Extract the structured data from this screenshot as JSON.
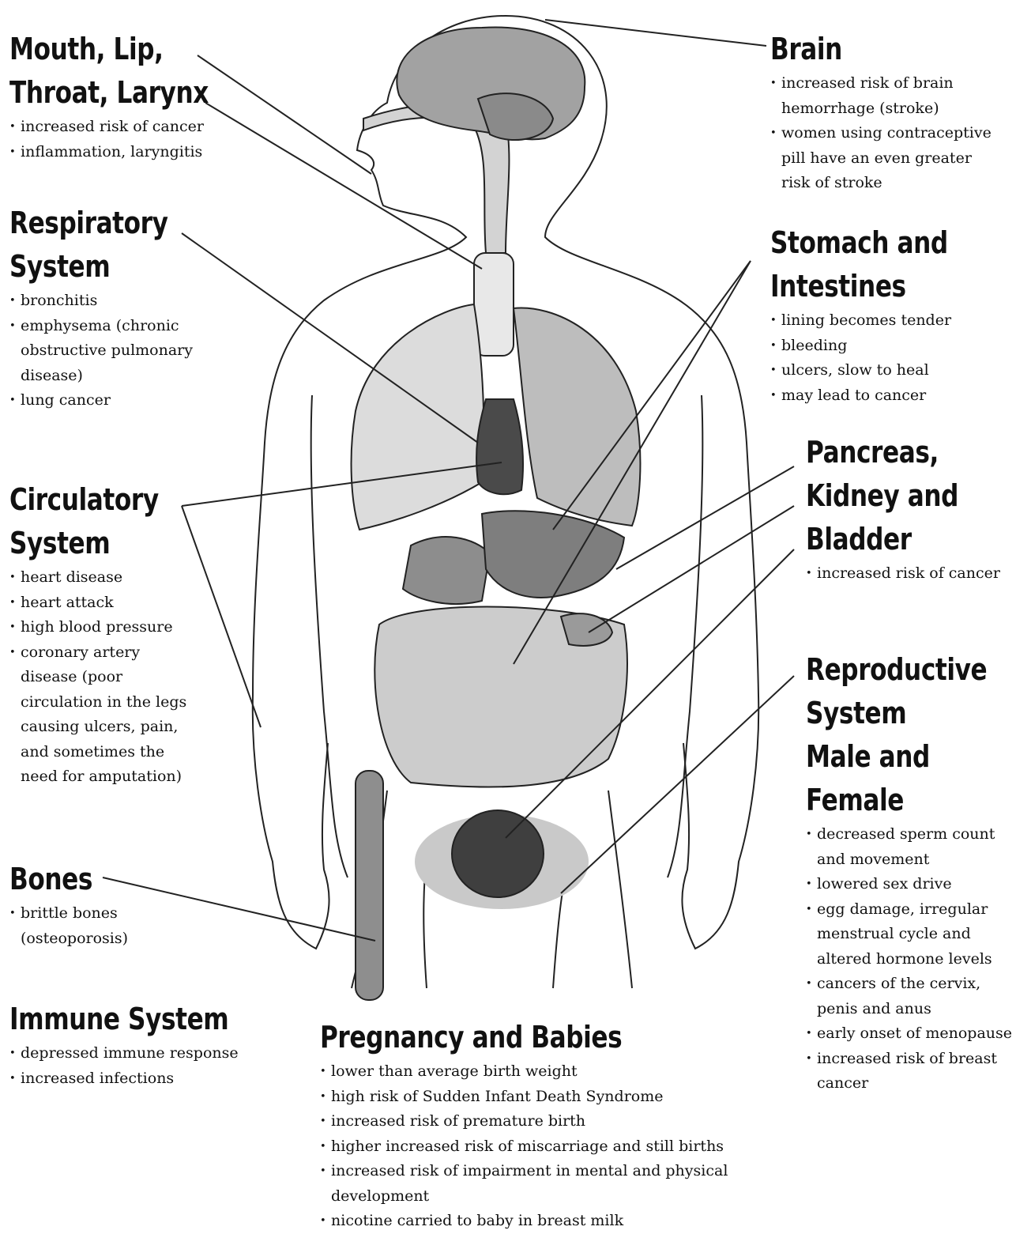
{
  "colors": {
    "dark_organ": "#4a4a4a",
    "mid_organ": "#8d8d8d",
    "light_organ": "#c9c9c9",
    "outline": "#222222"
  },
  "sections": {
    "mouth": {
      "title_lines": [
        "Mouth, Lip,",
        "Throat, Larynx"
      ],
      "items": [
        "increased risk of cancer",
        "inflammation, laryngitis"
      ]
    },
    "respiratory": {
      "title_lines": [
        "Respiratory",
        "System"
      ],
      "items": [
        "bronchitis",
        "emphysema (chronic obstructive pulmonary disease)",
        "lung cancer"
      ]
    },
    "circulatory": {
      "title_lines": [
        "Circulatory",
        "System"
      ],
      "items": [
        "heart disease",
        "heart attack",
        "high blood pressure",
        "coronary  artery disease (poor circulation in the legs causing ulcers, pain, and sometimes the need for amputation)"
      ]
    },
    "bones": {
      "title_lines": [
        "Bones"
      ],
      "items": [
        "brittle bones (osteoporosis)"
      ]
    },
    "immune": {
      "title_lines": [
        "Immune System"
      ],
      "items": [
        "depressed immune response",
        "increased infections"
      ]
    },
    "brain": {
      "title_lines": [
        "Brain"
      ],
      "items": [
        "increased risk of brain hemorrhage (stroke)",
        "women using contraceptive pill have an even greater risk of stroke"
      ]
    },
    "stomach": {
      "title_lines": [
        "Stomach and",
        "Intestines"
      ],
      "items": [
        "lining becomes tender",
        "bleeding",
        "ulcers, slow to heal",
        "may lead to cancer"
      ]
    },
    "pancreas": {
      "title_lines": [
        "Pancreas,",
        "Kidney and",
        "Bladder"
      ],
      "items": [
        "increased risk of cancer"
      ]
    },
    "reproductive": {
      "title_lines": [
        "Reproductive",
        "System",
        "Male and",
        "Female"
      ],
      "items": [
        "decreased sperm count and movement",
        "lowered sex drive",
        "egg damage, irregular menstrual cycle and altered hormone levels",
        "cancers of the cervix, penis and anus",
        "early onset of menopause",
        "increased risk of breast cancer"
      ]
    },
    "pregnancy": {
      "title_lines": [
        "Pregnancy and Babies"
      ],
      "items": [
        "lower than average birth weight",
        "high risk of Sudden Infant Death Syndrome",
        "increased risk of premature birth",
        "higher increased risk of miscarriage and still births",
        "increased risk of impairment in mental and physical development",
        "nicotine carried to baby in breast milk"
      ]
    }
  }
}
